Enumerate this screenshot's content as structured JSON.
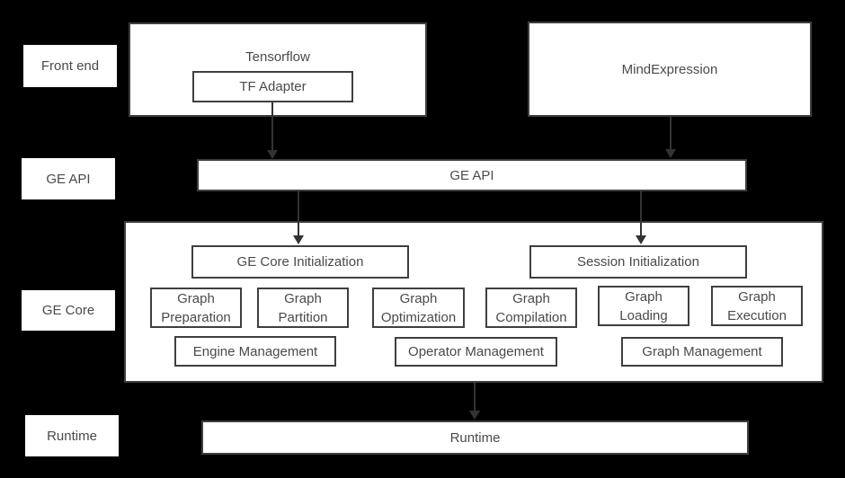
{
  "colors": {
    "background": "#000000",
    "box_fill": "#ffffff",
    "box_border": "#3f3f3f",
    "text": "#4a4a4a",
    "arrow": "#333333"
  },
  "side_labels": [
    {
      "label": "Front end"
    },
    {
      "label": "GE API"
    },
    {
      "label": "GE Core"
    },
    {
      "label": "Runtime"
    }
  ],
  "front_end": {
    "tensorflow": {
      "title": "Tensorflow",
      "adapter": "TF Adapter"
    },
    "mind_expression": {
      "title": "MindExpression"
    }
  },
  "ge_api_bar": {
    "label": "GE API"
  },
  "ge_core": {
    "init_boxes": [
      {
        "label": "GE Core Initialization"
      },
      {
        "label": "Session Initialization"
      }
    ],
    "function_boxes": [
      {
        "label": "Graph Preparation"
      },
      {
        "label": "Graph Partition"
      },
      {
        "label": "Graph Optimization"
      },
      {
        "label": "Graph Compilation"
      },
      {
        "label": "Graph Loading"
      },
      {
        "label": "Graph Execution"
      }
    ],
    "management_boxes": [
      {
        "label": "Engine Management"
      },
      {
        "label": "Operator Management"
      },
      {
        "label": "Graph Management"
      }
    ]
  },
  "runtime_bar": {
    "label": "Runtime"
  }
}
